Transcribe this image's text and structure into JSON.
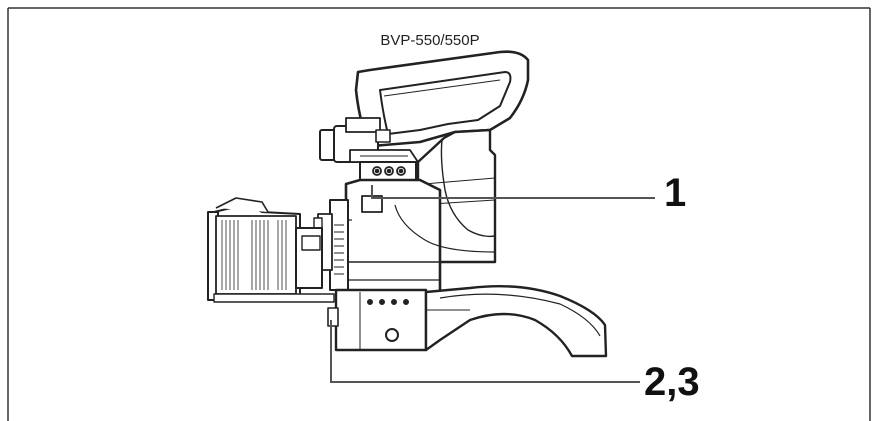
{
  "page": {
    "model": "BVP-550/550P"
  },
  "callouts": [
    {
      "label": "1"
    },
    {
      "label": "2,3"
    }
  ],
  "colors": {
    "line": "#222222",
    "frame": "#333333",
    "leader": "#555555"
  }
}
